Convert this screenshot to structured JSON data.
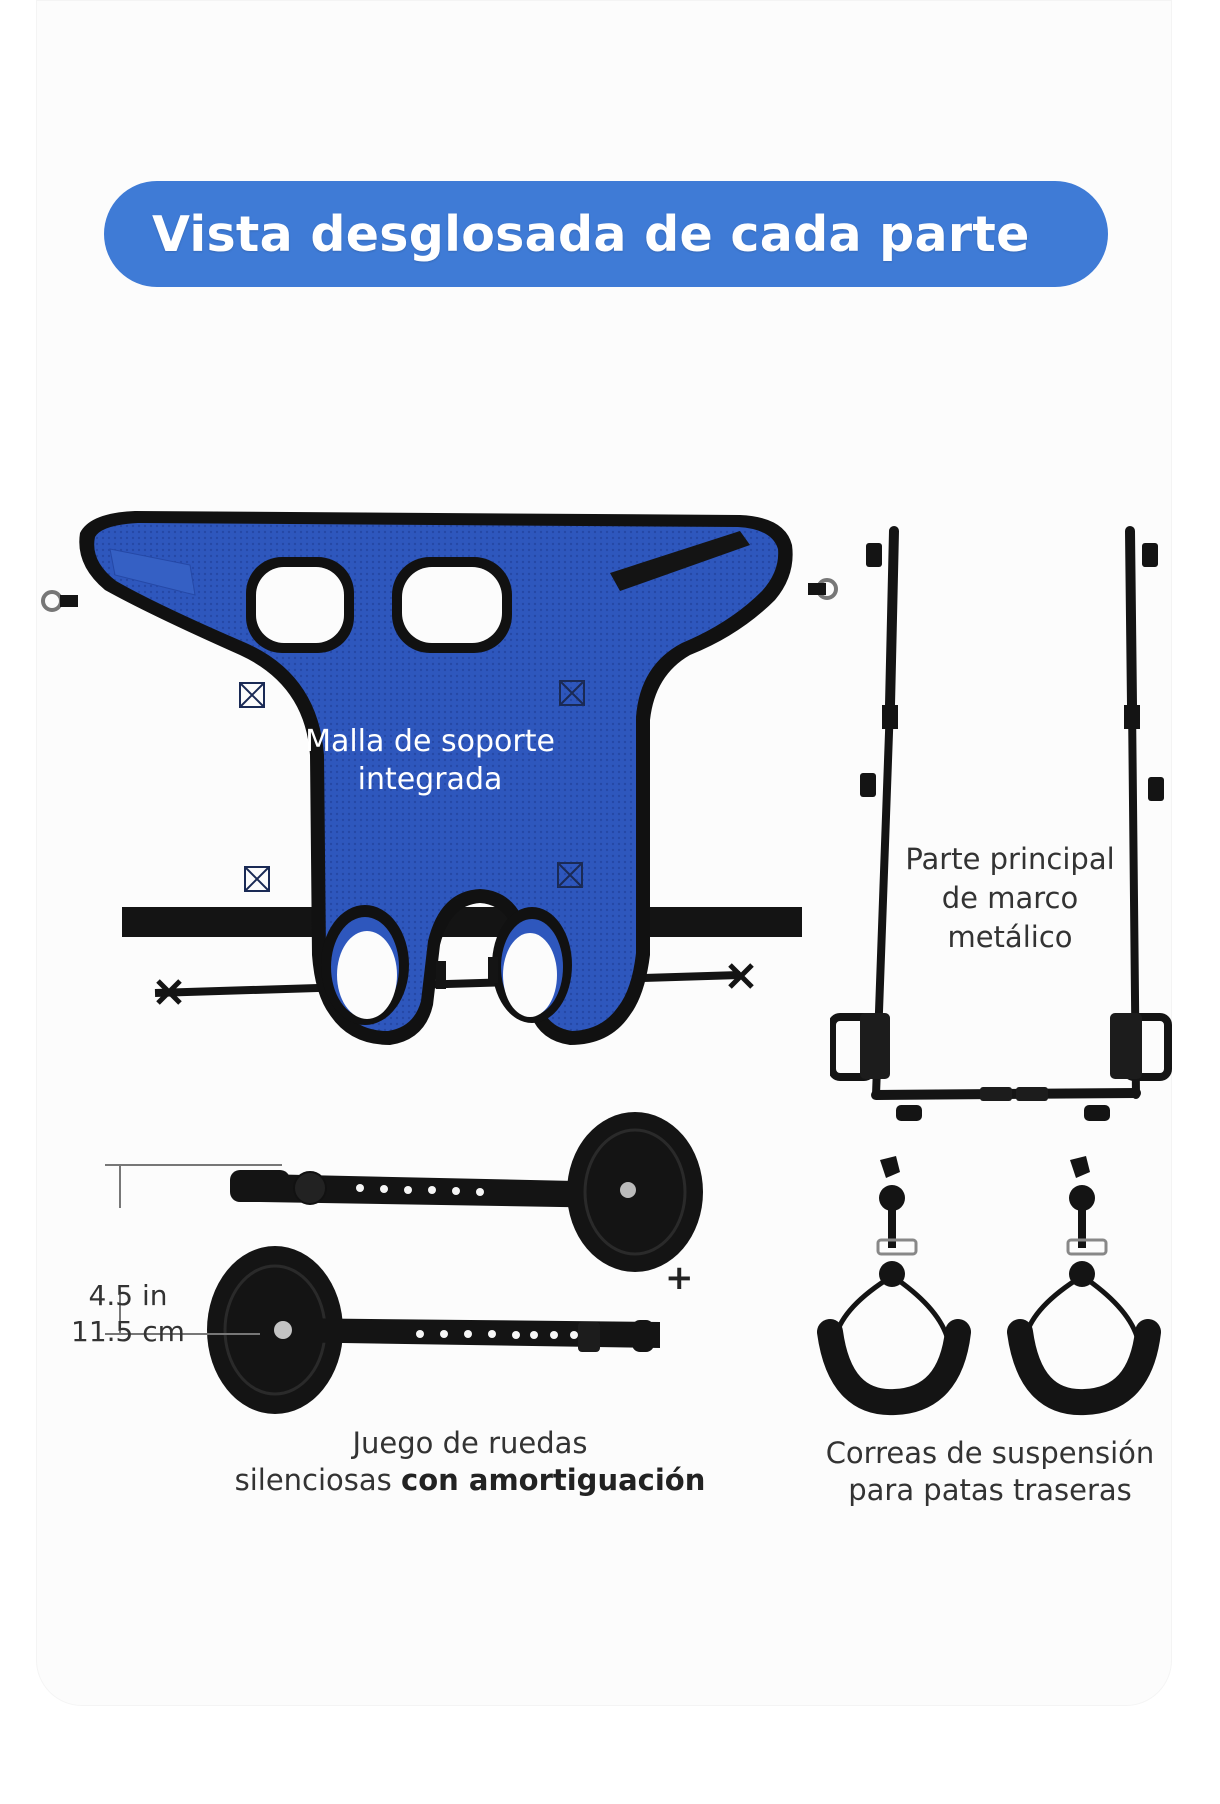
{
  "title": "Vista desglosada de cada parte",
  "colors": {
    "title_pill": "#3f7bd6",
    "harness_mesh": "#2d55b8",
    "harness_trim": "#111111",
    "metal_black": "#141414",
    "label_text": "#333333",
    "background": "#fcfcfc"
  },
  "parts": [
    {
      "id": "harness",
      "label_line1": "Malla de soporte",
      "label_line2": "integrada",
      "icon": "mesh-harness-icon"
    },
    {
      "id": "frame",
      "label_line1": "Parte principal",
      "label_line2": "de marco",
      "label_line3": "metálico",
      "icon": "metal-frame-icon"
    },
    {
      "id": "wheels",
      "label_line1": "Juego de ruedas",
      "label_line2_regular": "silenciosas ",
      "label_line2_bold": "con amortiguación",
      "dimension_in": "4.5 in",
      "dimension_cm": "11.5 cm",
      "plus_symbol": "+",
      "icon": "wheel-set-icon"
    },
    {
      "id": "straps",
      "label_line1": "Correas de suspensión",
      "label_line2": "para patas traseras",
      "icon": "suspension-strap-icon"
    }
  ]
}
